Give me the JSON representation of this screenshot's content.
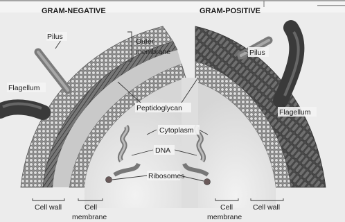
{
  "titles": {
    "left": "GRAM-NEGATIVE",
    "right": "GRAM-POSITIVE"
  },
  "labels": {
    "pilus_left": "Pilus",
    "pilus_right": "Pilus",
    "outer_membrane_line1": "Outer",
    "outer_membrane_line2": "membrane",
    "flagellum_left": "Flagellum",
    "flagellum_right": "Flagellum",
    "peptidoglycan": "Peptidoglycan",
    "cytoplasm": "Cytoplasm",
    "dna": "DNA",
    "ribosomes": "Ribosomes",
    "cell_wall_left": "Cell wall",
    "cell_membrane_left_line1": "Cell",
    "cell_membrane_left_line2": "membrane",
    "cell_membrane_right_line1": "Cell",
    "cell_membrane_right_line2": "membrane",
    "cell_wall_right": "Cell wall"
  },
  "colors": {
    "background": "#f4f4f4",
    "membrane_dark": "#5a5a5a",
    "membrane_mid": "#9a9a9a",
    "bead": "#d8d8d8",
    "flagellum": "#3a3a3a",
    "pilus": "#7a7a7a",
    "cytoplasm": "#e8e8e8"
  }
}
